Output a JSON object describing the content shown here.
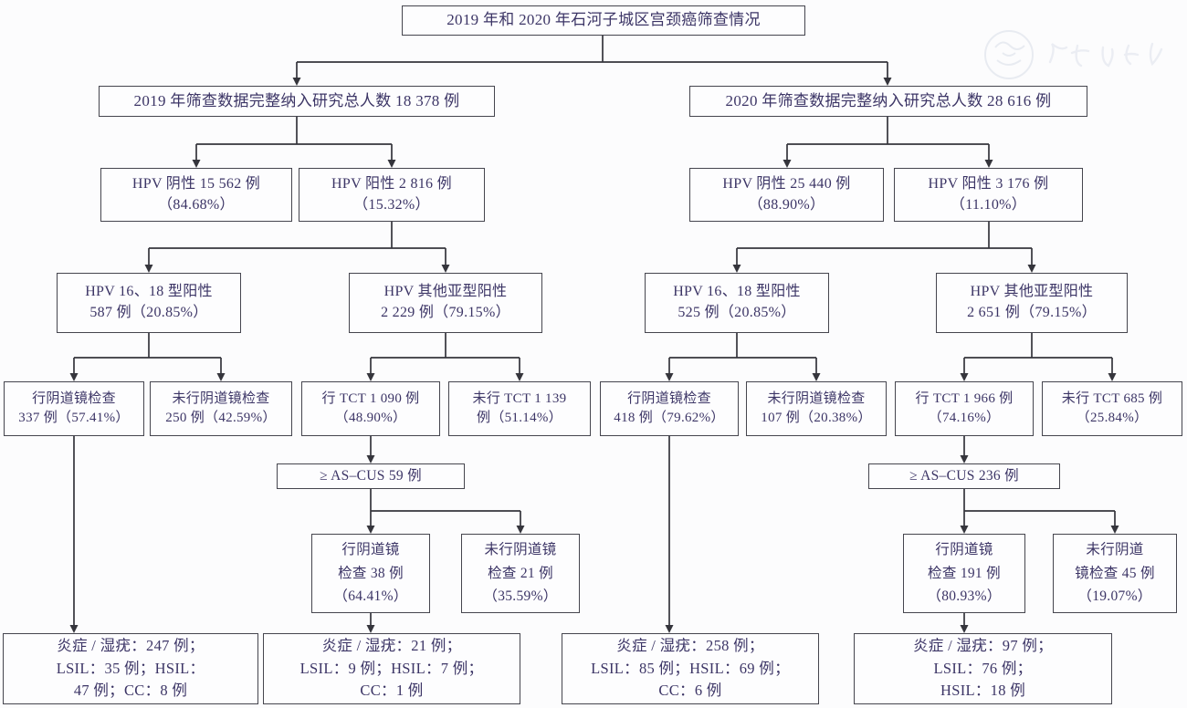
{
  "page": {
    "background": "#fcfcfd",
    "ink_color": "#3c3566",
    "box_border_color": "#45454e",
    "connector_color": "#35353c"
  },
  "icons": {
    "watermark_seal_icon": "faint circular seal stamp, top-right",
    "watermark_signature_icon": "faint handwritten signature strokes, top-right"
  },
  "nodes": {
    "title": {
      "lines": [
        "2019 年和 2020 年石河子城区宫颈癌筛查情况"
      ]
    },
    "total_2019": {
      "lines": [
        "2019 年筛查数据完整纳入研究总人数 18 378 例"
      ]
    },
    "total_2020": {
      "lines": [
        "2020 年筛查数据完整纳入研究总人数 28 616 例"
      ]
    },
    "hpv_neg_2019": {
      "lines": [
        "HPV 阴性 15 562 例",
        "（84.68%）"
      ]
    },
    "hpv_pos_2019": {
      "lines": [
        "HPV 阳性 2 816 例",
        "（15.32%）"
      ]
    },
    "hpv_neg_2020": {
      "lines": [
        "HPV 阴性 25 440 例",
        "（88.90%）"
      ]
    },
    "hpv_pos_2020": {
      "lines": [
        "HPV 阳性 3 176 例",
        "（11.10%）"
      ]
    },
    "hpv1618_2019": {
      "lines": [
        "HPV 16、18 型阳性",
        "587 例（20.85%）"
      ]
    },
    "hpv_other_2019": {
      "lines": [
        "HPV 其他亚型阳性",
        "2 229 例（79.15%）"
      ]
    },
    "hpv1618_2020": {
      "lines": [
        "HPV 16、18 型阳性",
        "525 例（20.85%）"
      ]
    },
    "hpv_other_2020": {
      "lines": [
        "HPV 其他亚型阳性",
        "2 651 例（79.15%）"
      ]
    },
    "colposcopy_337_2019": {
      "lines": [
        "行阴道镜检查",
        "337 例（57.41%）"
      ]
    },
    "no_colposcopy_250_2019": {
      "lines": [
        "未行阴道镜检查",
        "250 例（42.59%）"
      ]
    },
    "tct_1090_2019": {
      "lines": [
        "行 TCT 1 090 例",
        "（48.90%）"
      ]
    },
    "no_tct_1139_2019": {
      "lines": [
        "未行 TCT 1 139",
        "例（51.14%）"
      ]
    },
    "colposcopy_418_2020": {
      "lines": [
        "行阴道镜检查",
        "418 例（79.62%）"
      ]
    },
    "no_colposcopy_107_2020": {
      "lines": [
        "未行阴道镜检查",
        "107 例（20.38%）"
      ]
    },
    "tct_1966_2020": {
      "lines": [
        "行 TCT 1 966 例",
        "（74.16%）"
      ]
    },
    "no_tct_685_2020": {
      "lines": [
        "未行 TCT 685 例",
        "（25.84%）"
      ]
    },
    "ascus_59_2019": {
      "lines": [
        "≥ AS–CUS 59 例"
      ]
    },
    "ascus_236_2020": {
      "lines": [
        "≥ AS–CUS 236 例"
      ]
    },
    "colposcopy_38_2019": {
      "lines": [
        "行阴道镜",
        "检查 38 例",
        "（64.41%）"
      ]
    },
    "no_colposcopy_21_2019": {
      "lines": [
        "未行阴道镜",
        "检查 21 例",
        "（35.59%）"
      ]
    },
    "colposcopy_191_2020": {
      "lines": [
        "行阴道镜",
        "检查 191 例",
        "（80.93%）"
      ]
    },
    "no_colposcopy_45_2020": {
      "lines": [
        "未行阴道",
        "镜检查 45 例",
        "（19.07%）"
      ]
    },
    "pathology_2019_after337": {
      "lines": [
        "炎症 / 湿疣：247 例；",
        "LSIL：35 例；HSIL：",
        "47 例；CC：8 例"
      ]
    },
    "pathology_2019_after38": {
      "lines": [
        "炎症 / 湿疣：21 例；",
        "LSIL：9 例；HSIL：7 例；",
        "CC：1 例"
      ]
    },
    "pathology_2020_after418": {
      "lines": [
        "炎症 / 湿疣：258 例；",
        "LSIL：85 例；HSIL：69 例；",
        "CC：6 例"
      ]
    },
    "pathology_2020_after191": {
      "lines": [
        "炎症 / 湿疣：97 例；",
        "LSIL：76 例；",
        "HSIL：18 例"
      ]
    }
  },
  "edges": [
    [
      "title",
      "total_2019"
    ],
    [
      "title",
      "total_2020"
    ],
    [
      "total_2019",
      "hpv_neg_2019"
    ],
    [
      "total_2019",
      "hpv_pos_2019"
    ],
    [
      "total_2020",
      "hpv_neg_2020"
    ],
    [
      "total_2020",
      "hpv_pos_2020"
    ],
    [
      "hpv_pos_2019",
      "hpv1618_2019"
    ],
    [
      "hpv_pos_2019",
      "hpv_other_2019"
    ],
    [
      "hpv_pos_2020",
      "hpv1618_2020"
    ],
    [
      "hpv_pos_2020",
      "hpv_other_2020"
    ],
    [
      "hpv1618_2019",
      "colposcopy_337_2019"
    ],
    [
      "hpv1618_2019",
      "no_colposcopy_250_2019"
    ],
    [
      "hpv_other_2019",
      "tct_1090_2019"
    ],
    [
      "hpv_other_2019",
      "no_tct_1139_2019"
    ],
    [
      "hpv1618_2020",
      "colposcopy_418_2020"
    ],
    [
      "hpv1618_2020",
      "no_colposcopy_107_2020"
    ],
    [
      "hpv_other_2020",
      "tct_1966_2020"
    ],
    [
      "hpv_other_2020",
      "no_tct_685_2020"
    ],
    [
      "tct_1090_2019",
      "ascus_59_2019"
    ],
    [
      "tct_1966_2020",
      "ascus_236_2020"
    ],
    [
      "ascus_59_2019",
      "colposcopy_38_2019"
    ],
    [
      "ascus_59_2019",
      "no_colposcopy_21_2019"
    ],
    [
      "ascus_236_2020",
      "colposcopy_191_2020"
    ],
    [
      "ascus_236_2020",
      "no_colposcopy_45_2020"
    ],
    [
      "colposcopy_337_2019",
      "pathology_2019_after337"
    ],
    [
      "colposcopy_38_2019",
      "pathology_2019_after38"
    ],
    [
      "colposcopy_418_2020",
      "pathology_2020_after418"
    ],
    [
      "colposcopy_191_2020",
      "pathology_2020_after191"
    ]
  ]
}
